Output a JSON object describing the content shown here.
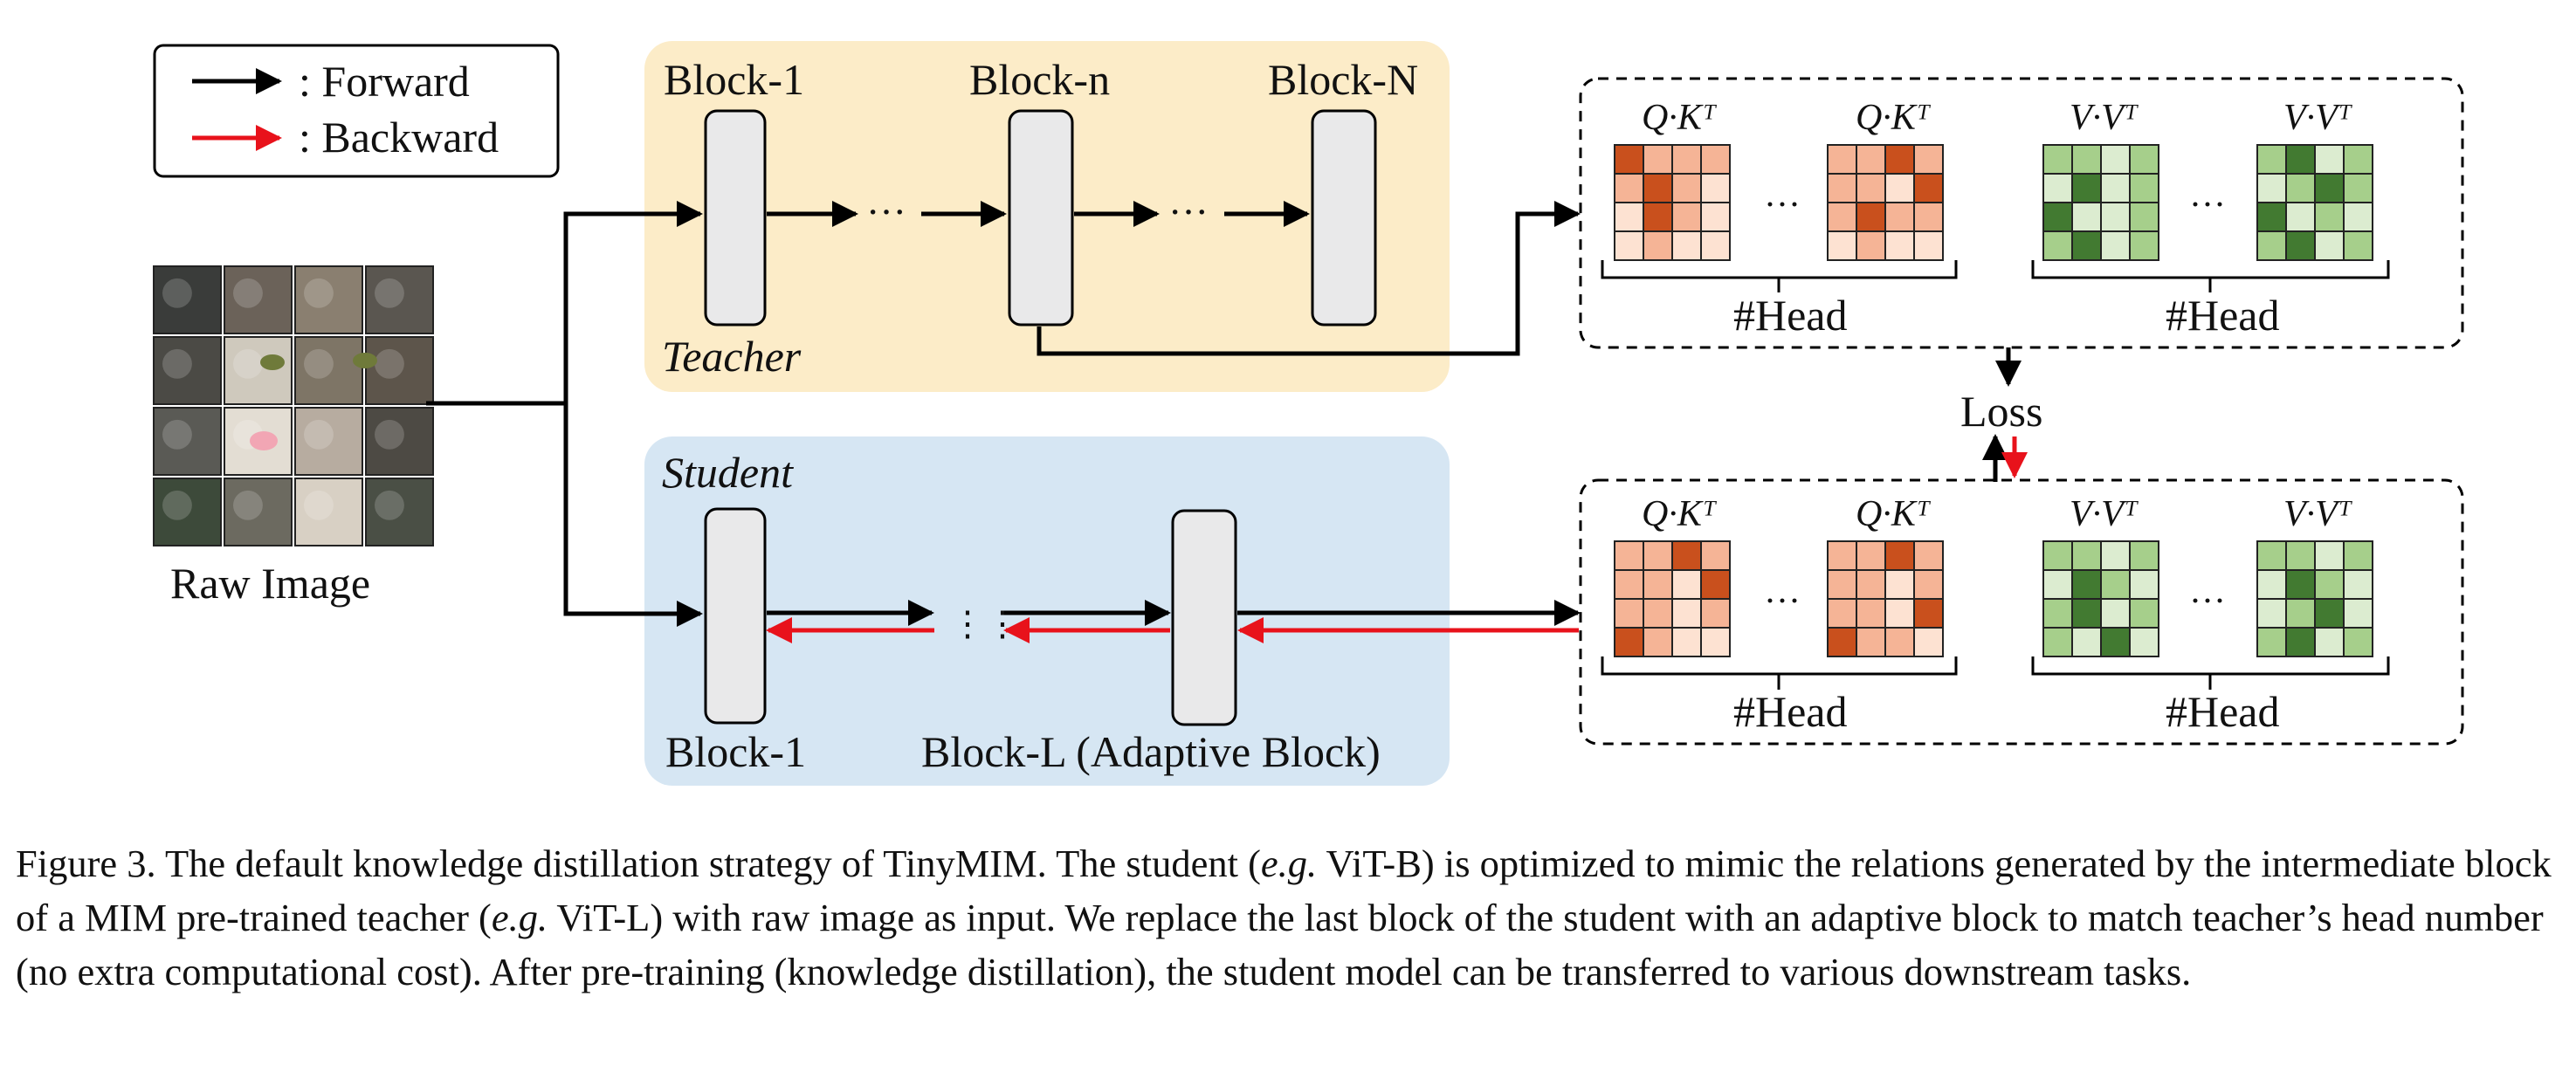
{
  "legend": {
    "forward": ": Forward",
    "backward": ": Backward",
    "forward_color": "#000000",
    "backward_color": "#e8121b"
  },
  "raw_image": {
    "label": "Raw Image"
  },
  "teacher": {
    "name": "Teacher",
    "bg_color": "#fcecc8",
    "blocks": [
      "Block-1",
      "Block-n",
      "Block-N"
    ],
    "ellipsis": "···"
  },
  "student": {
    "name": "Student",
    "bg_color": "#d6e6f3",
    "blocks": [
      "Block-1",
      "Block-L (Adaptive Block)"
    ],
    "ellipsis": "⋮⋮"
  },
  "relations": {
    "qk": "Q·Kᵀ",
    "vv": "V·Vᵀ",
    "head": "#Head",
    "ellipsis": "···",
    "orange_shades": [
      "#fde2d2",
      "#f5b496",
      "#c9501d"
    ],
    "green_shades": [
      "#dcecd0",
      "#a6cf8b",
      "#427a31"
    ]
  },
  "loss": "Loss",
  "caption": {
    "p1": "Figure 3. The default knowledge distillation strategy of TinyMIM. The student (",
    "e1": "e.g.",
    "p2": " ViT-B) is optimized to mimic the relations generated by the intermediate block of a MIM pre-trained teacher (",
    "e2": "e.g.",
    "p3": " ViT-L) with raw image as input. We replace the last block of the student with an adaptive block to match teacher’s head number (no extra computational cost). After pre-training (knowledge distillation), the student model can be transferred to various downstream tasks."
  }
}
